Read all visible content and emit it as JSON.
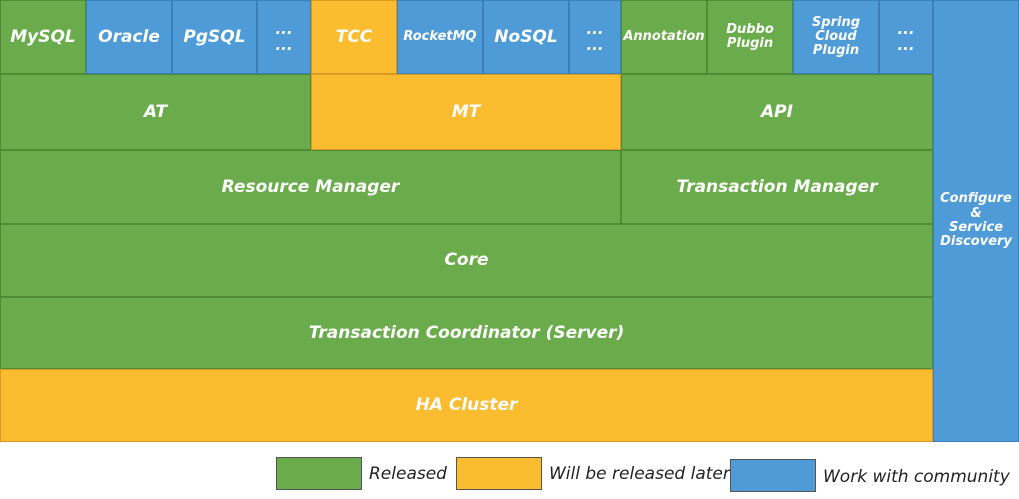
{
  "colors": {
    "released": "#6aac4b",
    "later": "#fcbc2f",
    "community": "#4e9bd8"
  },
  "top_row": {
    "mysql": "MySQL",
    "oracle": "Oracle",
    "pgsql": "PgSQL",
    "ellipsis_db": "...\n...",
    "tcc": "TCC",
    "rocketmq": "RocketMQ",
    "nosql": "NoSQL",
    "ellipsis_mq": "...\n...",
    "annotation": "Annotation",
    "dubbo_plugin": "Dubbo\nPlugin",
    "spring_cloud_plugin": "Spring\nCloud\nPlugin",
    "ellipsis_plugin": "...\n..."
  },
  "modes": {
    "at": "AT",
    "mt": "MT",
    "api": "API"
  },
  "managers": {
    "resource": "Resource Manager",
    "transaction": "Transaction Manager"
  },
  "core": "Core",
  "coordinator": "Transaction Coordinator (Server)",
  "ha_cluster": "HA Cluster",
  "side": "Configure\n&\nService\nDiscovery",
  "legend": {
    "released": "Released",
    "later": "Will be released later",
    "community": "Work with community"
  }
}
